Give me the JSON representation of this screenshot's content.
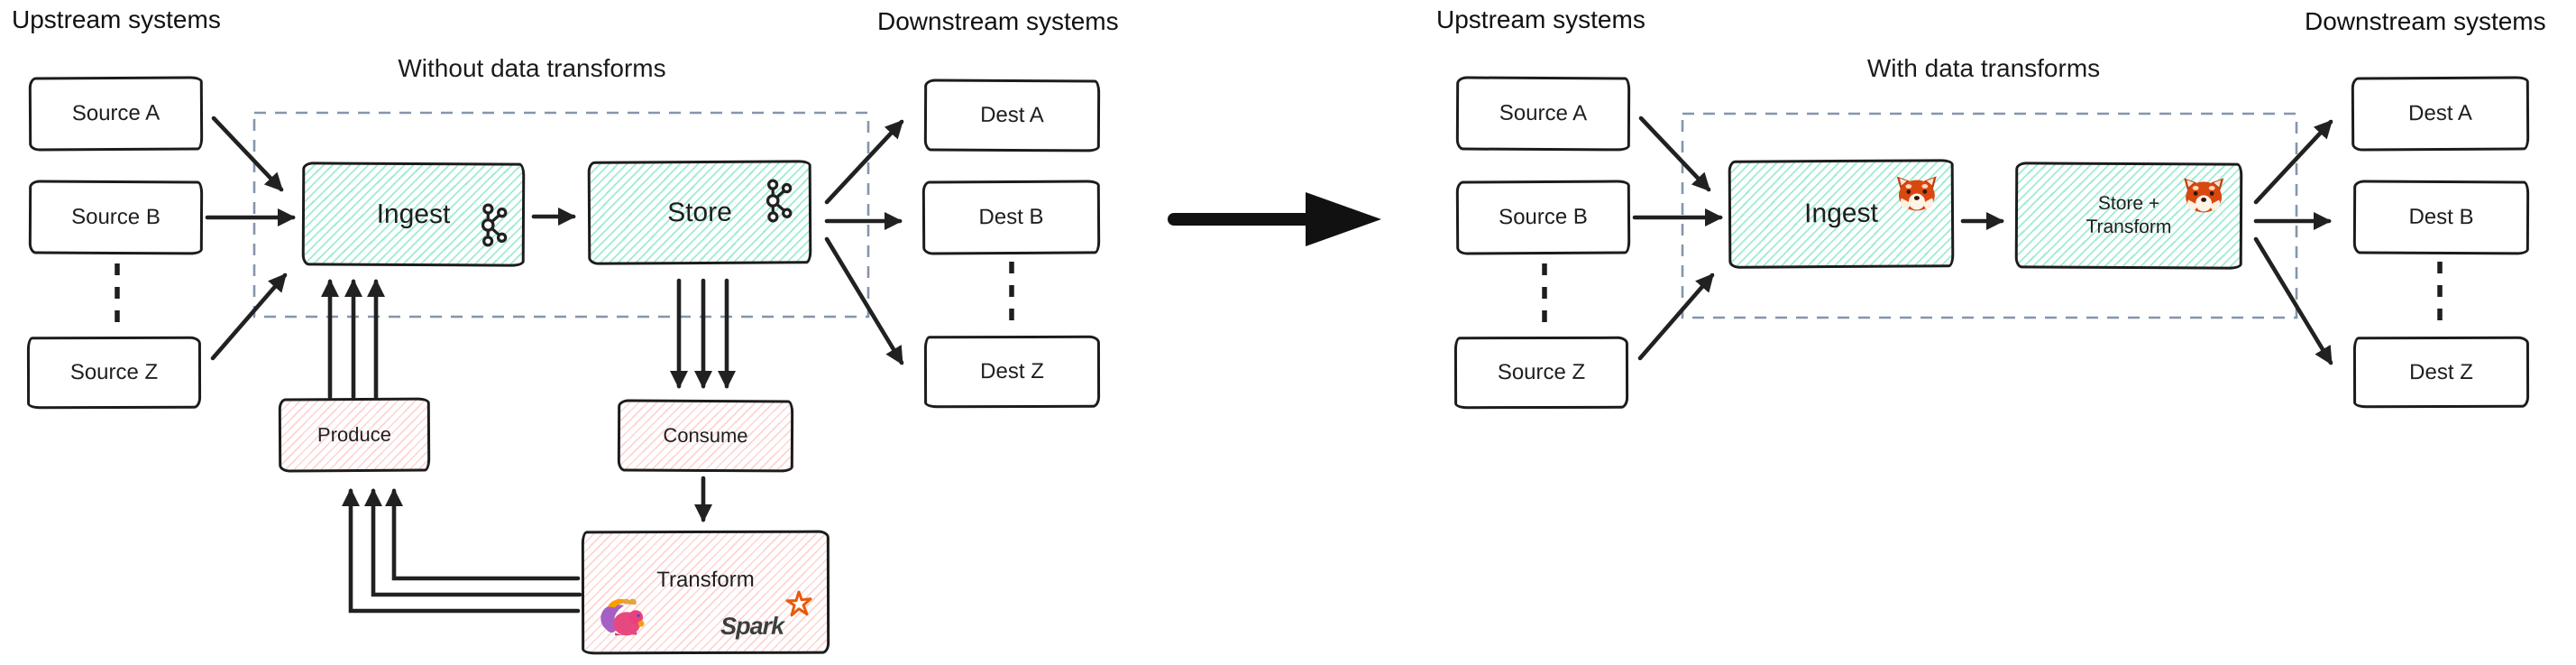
{
  "left": {
    "upstream_header": "Upstream systems",
    "downstream_header": "Downstream systems",
    "title": "Without data transforms",
    "sources": [
      "Source A",
      "Source B",
      "Source Z"
    ],
    "dests": [
      "Dest A",
      "Dest B",
      "Dest Z"
    ],
    "pipeline": {
      "ingest": "Ingest",
      "store": "Store"
    },
    "loop": {
      "produce": "Produce",
      "consume": "Consume",
      "transform": "Transform",
      "spark_wordmark": "Spark"
    }
  },
  "right": {
    "upstream_header": "Upstream systems",
    "downstream_header": "Downstream systems",
    "title": "With data transforms",
    "sources": [
      "Source A",
      "Source B",
      "Source Z"
    ],
    "dests": [
      "Dest A",
      "Dest B",
      "Dest Z"
    ],
    "pipeline": {
      "ingest": "Ingest",
      "store_transform_line1": "Store +",
      "store_transform_line2": "Transform"
    }
  },
  "icons": {
    "kafka": "kafka-logo",
    "redpanda": "redpanda-face",
    "flink": "flink-squirrel",
    "spark_star": "spark-star"
  },
  "colors": {
    "ink": "#1e1e1e",
    "teal_hatch": "#50dcaf",
    "pink_hatch": "#ff8c8c",
    "dashed_boundary": "#8695aa",
    "spark_orange": "#e8590c",
    "arrow_black": "#212121"
  }
}
